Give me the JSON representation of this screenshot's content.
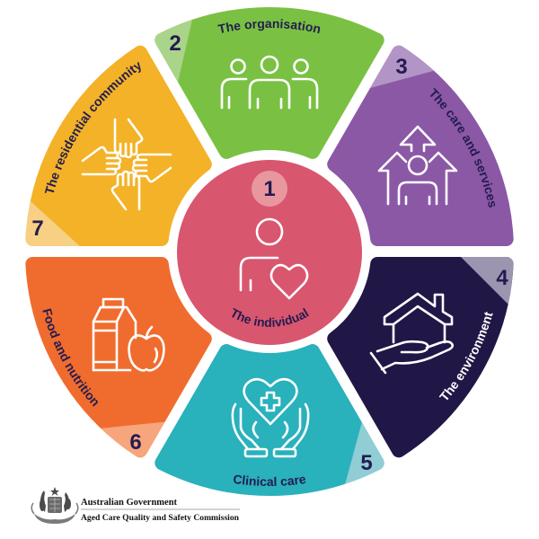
{
  "theme": {
    "text_color": "#241C50",
    "inverse_text_color": "#FFFFFF",
    "gap_color": "#FFFFFF"
  },
  "center": {
    "number": "1",
    "label": "The individual",
    "color": "#D9566F",
    "badge_color": "#E8979F",
    "icon": "person-heart-icon"
  },
  "segments": [
    {
      "number": "2",
      "label": "The organisation",
      "color": "#7AC143",
      "tab_color": "#AAD48A",
      "icon": "people-group-icon"
    },
    {
      "number": "3",
      "label": "The care and services",
      "color": "#8B58A6",
      "tab_color": "#B394C6",
      "icon": "house-arrows-person-icon"
    },
    {
      "number": "4",
      "label": "The environment",
      "color": "#201747",
      "tab_color": "#9C95AF",
      "icon": "hand-holding-house-icon"
    },
    {
      "number": "5",
      "label": "Clinical care",
      "color": "#29B1BC",
      "tab_color": "#90CDD5",
      "icon": "hands-heart-cross-icon"
    },
    {
      "number": "6",
      "label": "Food and nutrition",
      "color": "#F06C2E",
      "tab_color": "#F7A57C",
      "icon": "milk-carton-apple-icon"
    },
    {
      "number": "7",
      "label": "The residential community",
      "color": "#F3B227",
      "tab_color": "#F8D083",
      "icon": "four-hands-icon"
    }
  ],
  "logo": {
    "line1": "Australian Government",
    "line2": "Aged Care Quality and Safety Commission",
    "emblem": "coat-of-arms-icon",
    "divider_color": "#8A8A8A"
  }
}
